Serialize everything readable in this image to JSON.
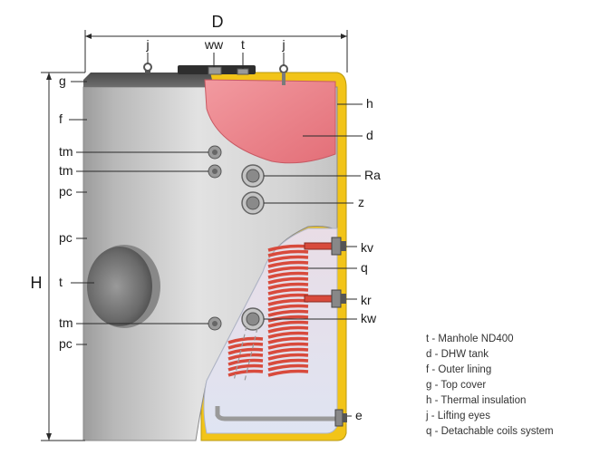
{
  "dimensions": {
    "width": "D",
    "height": "H"
  },
  "top_labels": {
    "j_left": "j",
    "ww": "ww",
    "t": "t",
    "j_right": "j"
  },
  "left_labels": {
    "g": "g",
    "f": "f",
    "tm1": "tm",
    "tm2": "tm",
    "pc1": "pc",
    "pc2": "pc",
    "t": "t",
    "tm3": "tm",
    "pc3": "pc"
  },
  "right_labels": {
    "h": "h",
    "d": "d",
    "Ra": "Ra",
    "z": "z",
    "kv": "kv",
    "q": "q",
    "kr": "kr",
    "kw": "kw",
    "e": "e"
  },
  "legend": [
    "t - Manhole ND400",
    "d - DHW tank",
    "f - Outer lining",
    "g - Top cover",
    "h - Thermal insulation",
    "j - Lifting eyes",
    "q - Detachable coils system"
  ],
  "colors": {
    "insulation": "#f2c418",
    "lining": "#d8d8d8",
    "tank": "#ec7f86",
    "coil": "#d84a3c",
    "top_cover": "#5a5a5a",
    "water": "#e2e4f0"
  }
}
